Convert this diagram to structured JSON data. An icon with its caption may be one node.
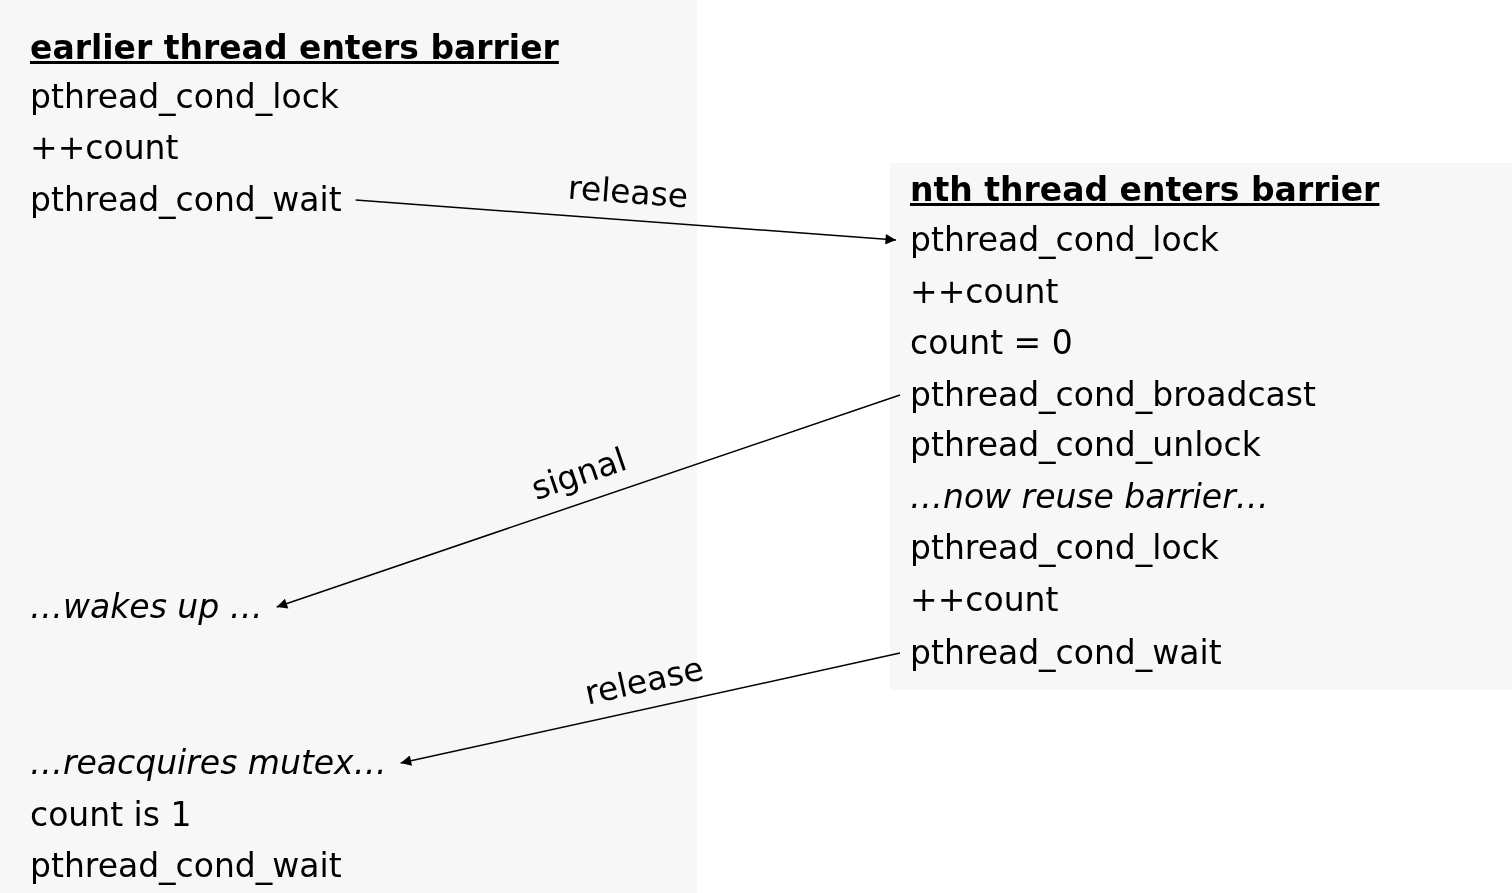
{
  "diagram": {
    "nodes": [
      {
        "text": [
          "earlier thread enters barrier"
        ]
      },
      {
        "text": [
          "pthread_cond_lock"
        ],
        "in": 0
      },
      {
        "text": [
          "++count"
        ],
        "in": 0
      },
      {
        "text": [
          "pthread_cond_wait"
        ],
        "in": 0
      },
      {
        "text": [
          "…wakes up …"
        ],
        "in": 0
      },
      {
        "text": [
          "…reacquires mutex…"
        ],
        "in": 0
      },
      {
        "text": [
          "count is 1"
        ],
        "in": 0
      },
      {
        "text": [
          "pthread_cond_wait"
        ],
        "in": 0
      },
      {
        "text": [
          "nth thread enters barrier"
        ]
      },
      {
        "text": [
          "pthread_cond_lock"
        ],
        "in": 8
      },
      {
        "text": [
          "++count"
        ],
        "in": 8
      },
      {
        "text": [
          "count = 0"
        ],
        "in": 8
      },
      {
        "text": [
          "pthread_cond_broadcast"
        ],
        "in": 8
      },
      {
        "text": [
          "pthread_cond_unlock"
        ],
        "in": 8
      },
      {
        "text": [
          "…now reuse barrier…"
        ],
        "in": 8
      },
      {
        "text": [
          "pthread_cond_lock"
        ],
        "in": 8
      },
      {
        "text": [
          "++count"
        ],
        "in": 8
      },
      {
        "text": [
          "pthread_cond_wait"
        ],
        "in": 8
      }
    ],
    "edges": [
      {
        "from": 3,
        "to": 9,
        "arrow": "to",
        "label": "release"
      },
      {
        "from": 12,
        "to": 4,
        "arrow": "to",
        "label": "signal"
      },
      {
        "from": 17,
        "to": 5,
        "arrow": "to",
        "label": "release"
      }
    ]
  }
}
